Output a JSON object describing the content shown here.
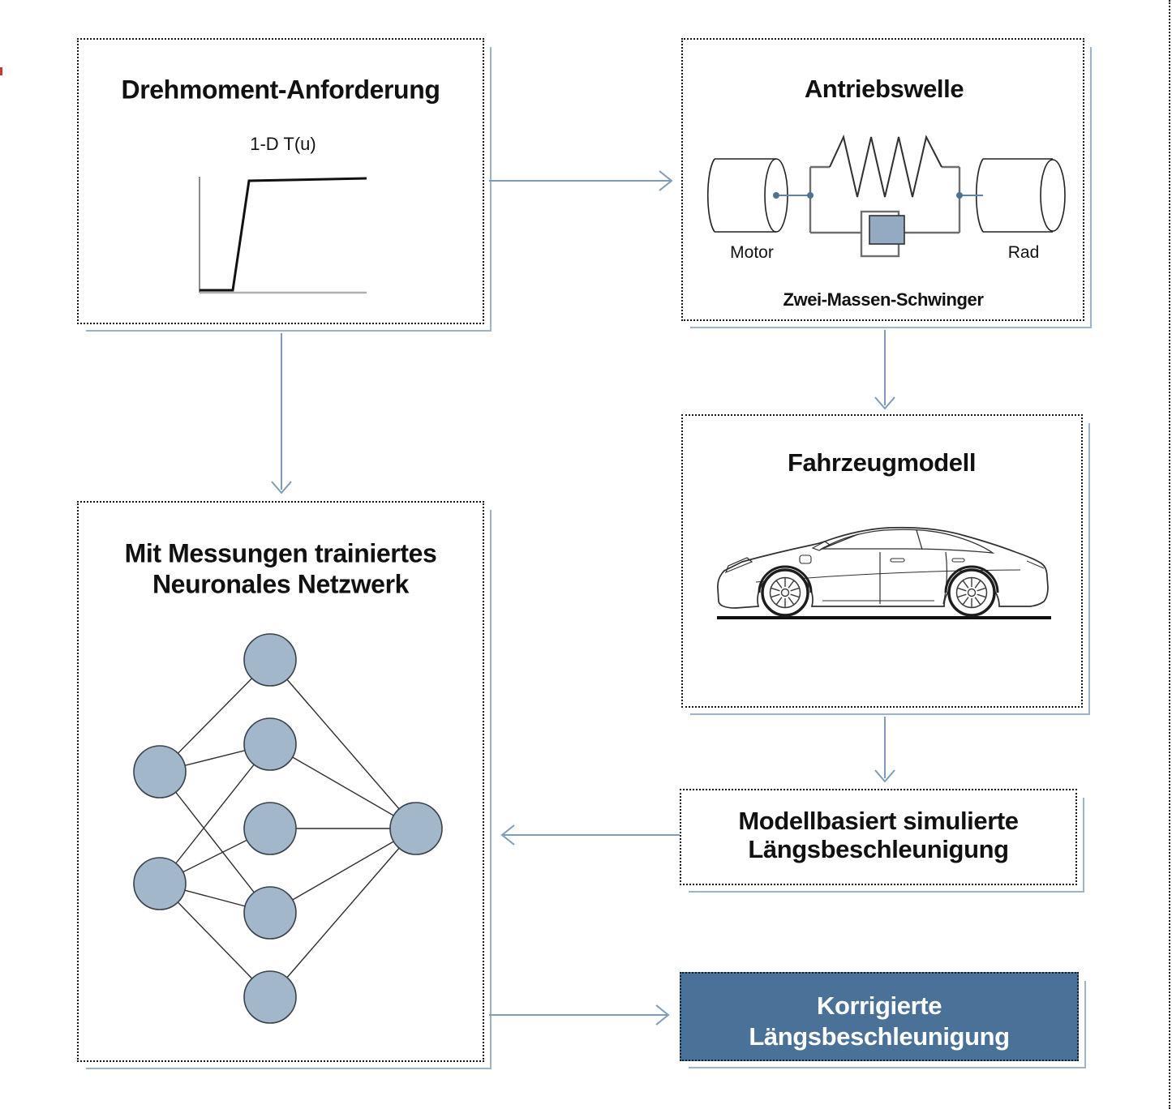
{
  "colors": {
    "accent": "#7d9cb8",
    "shadow": "#9db4c7",
    "node_fill": "#a3b7cb",
    "node_stroke": "#3a414b",
    "dark_box_fill": "#4a7299",
    "damper_fill": "#93aac2",
    "connector": "#5d84a6",
    "connector_dot": "#4d7394",
    "text": "#111111",
    "text_inverse": "#ffffff"
  },
  "boxes": {
    "torque_request": {
      "title": "Drehmoment-Anforderung",
      "signal_label": "1-D T(u)"
    },
    "drive_shaft": {
      "title": "Antriebswelle",
      "motor_label": "Motor",
      "wheel_label": "Rad",
      "caption": "Zwei-Massen-Schwinger"
    },
    "vehicle_model": {
      "title": "Fahrzeugmodell"
    },
    "neural_network": {
      "title_line1": "Mit Messungen trainiertes",
      "title_line2": "Neuronales Netzwerk"
    },
    "simulated_acceleration": {
      "label_line1": "Modellbasiert simulierte",
      "label_line2": "Längsbeschleunigung"
    },
    "corrected_acceleration": {
      "label_line1": "Korrigierte",
      "label_line2": "Längsbeschleunigung"
    }
  }
}
